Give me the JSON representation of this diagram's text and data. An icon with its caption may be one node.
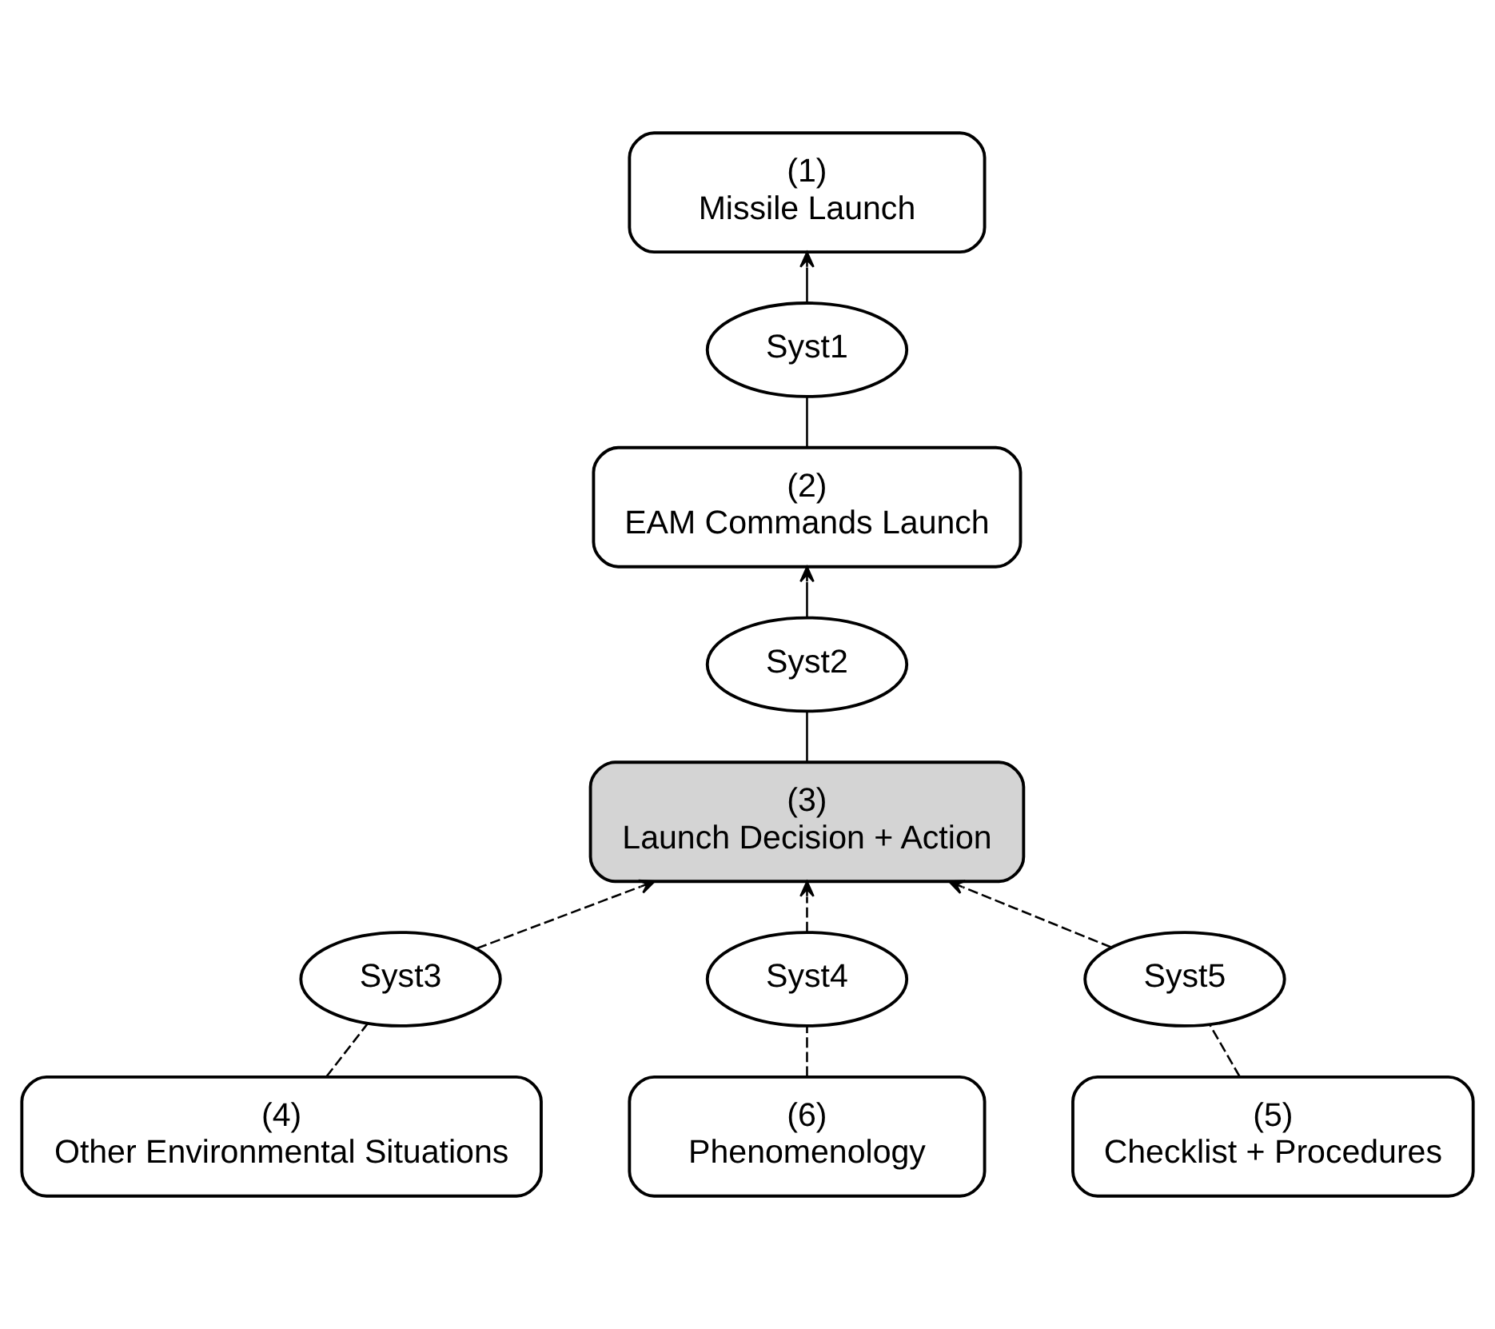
{
  "diagram": {
    "nodes": [
      {
        "text": [
          "(1)",
          "Missile Launch"
        ]
      },
      {
        "text": [
          "Syst1"
        ]
      },
      {
        "text": [
          "(2)",
          "EAM Commands Launch"
        ]
      },
      {
        "text": [
          "Syst2"
        ]
      },
      {
        "text": [
          "(3)",
          "Launch Decision + Action"
        ]
      },
      {
        "text": [
          "Syst3"
        ]
      },
      {
        "text": [
          "Syst4"
        ]
      },
      {
        "text": [
          "Syst5"
        ]
      },
      {
        "text": [
          "(4)",
          "Other Environmental Situations"
        ]
      },
      {
        "text": [
          "(6)",
          "Phenomenology"
        ]
      },
      {
        "text": [
          "(5)",
          "Checklist + Procedures"
        ]
      }
    ],
    "edges": [
      {
        "from": 1,
        "to": 0,
        "arrow": "to"
      },
      {
        "from": 2,
        "to": 1,
        "arrow": "none"
      },
      {
        "from": 3,
        "to": 2,
        "arrow": "to"
      },
      {
        "from": 4,
        "to": 3,
        "arrow": "none"
      },
      {
        "from": 5,
        "to": 4,
        "arrow": "to",
        "style": "dashed"
      },
      {
        "from": 6,
        "to": 4,
        "arrow": "to",
        "style": "dashed"
      },
      {
        "from": 7,
        "to": 4,
        "arrow": "to",
        "style": "dashed"
      },
      {
        "from": 8,
        "to": 5,
        "arrow": "none",
        "style": "dashed"
      },
      {
        "from": 9,
        "to": 6,
        "arrow": "none",
        "style": "dashed"
      },
      {
        "from": 10,
        "to": 7,
        "arrow": "none",
        "style": "dashed"
      }
    ]
  }
}
